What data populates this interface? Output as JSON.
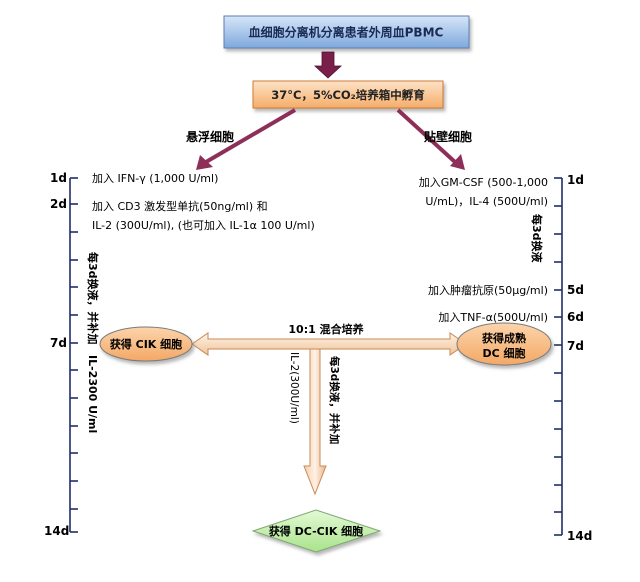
{
  "top_box": "血细胞分离机分离患者外周血PBMC",
  "incubation_box": "37°C，5%CO₂培养箱中孵育",
  "branch_left": "悬浮细胞",
  "branch_right": "贴壁细胞",
  "day_labels": {
    "d1": "1d",
    "d2": "2d",
    "d5": "5d",
    "d6": "6d",
    "d7": "7d",
    "d14": "14d"
  },
  "left_steps": {
    "step1": "加入 IFN-γ (1,000 U/ml)",
    "step2_line1": "加入 CD3 激发型单抗(50ng/ml)  和",
    "step2_line2": "IL-2 (300U/ml), (也可加入 IL-1α 100 U/ml)",
    "vertical_note_line1": "每3d换液，并补加",
    "vertical_note_line2": "IL-2300 U/ml"
  },
  "right_steps": {
    "step1_line1": "加入GM-CSF (500-1,000",
    "step1_line2": "U/mL)，IL-4 (500U/ml)",
    "vertical_note": "每3d换液",
    "step5": "加入肿瘤抗原(50µg/ml)",
    "step6": "加入TNF-α(500U/ml)"
  },
  "cik_ellipse": "获得 CIK 细胞",
  "dc_ellipse_line1": "获得成熟",
  "dc_ellipse_line2": "DC 细胞",
  "mix_label": "10:1 混合培养",
  "center_note_line1": "IL-2(300U/ml)",
  "center_note_line2": "每3d换液，并补加",
  "result_diamond": "获得 DC-CIK 细胞",
  "colors": {
    "box_blue_top": "#d7e6f8",
    "box_blue_bottom": "#7ea8dc",
    "box_orange_top": "#fde3c8",
    "box_orange_bottom": "#f5ad6a",
    "arrow_purple": "#8e2f5a",
    "ellipse_orange": "#f7b87a",
    "diamond_green": "#c8f0b0",
    "axis_navy": "#1f2f66"
  }
}
